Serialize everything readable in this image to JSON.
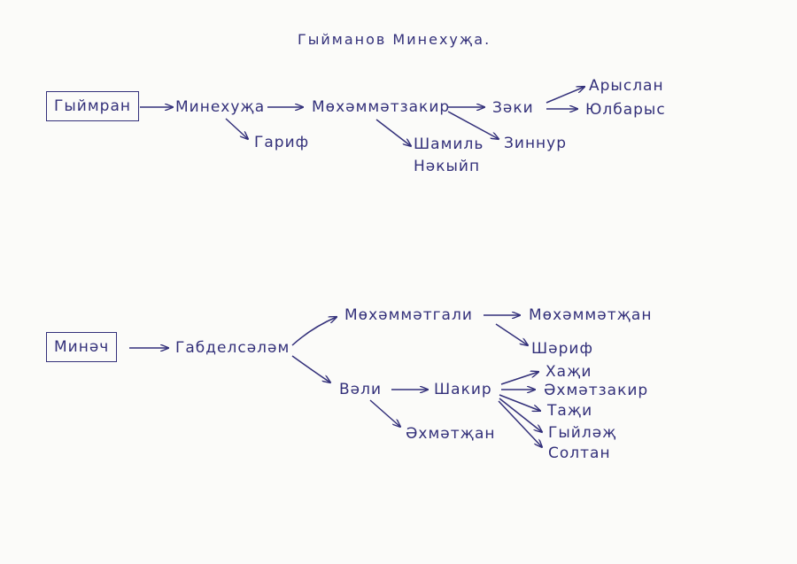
{
  "title": "Гыйманов Минехуҗа.",
  "tree1": {
    "root": "Гыймран",
    "n_minehuja": "Минехуҗа",
    "n_garif": "Гариф",
    "n_mohammatzakir": "Мөхәммәтзакир",
    "n_shamil": "Шамиль",
    "n_nakyip": "Нәкыйп",
    "n_zaki": "Зәки",
    "n_zinnur": "Зиннур",
    "n_arislan": "Арыслан",
    "n_yulbaris": "Юлбарыс"
  },
  "tree2": {
    "root": "Минәч",
    "n_gabdelsalam": "Габделсәләм",
    "n_mohammatgali": "Мөхәммәтгали",
    "n_mohammatjan": "Мөхәммәтҗан",
    "n_sharif": "Шәриф",
    "n_vali": "Вәли",
    "n_shakir": "Шакир",
    "n_ahmatjan": "Әхмәтҗан",
    "n_haji": "Хаҗи",
    "n_ahmatzakir": "Әхмәтзакир",
    "n_taji": "Таҗи",
    "n_giylaj": "Гыйләҗ",
    "n_soltan": "Солтан"
  },
  "colors": {
    "ink": "#33307a",
    "paper": "#fbfbf9"
  }
}
